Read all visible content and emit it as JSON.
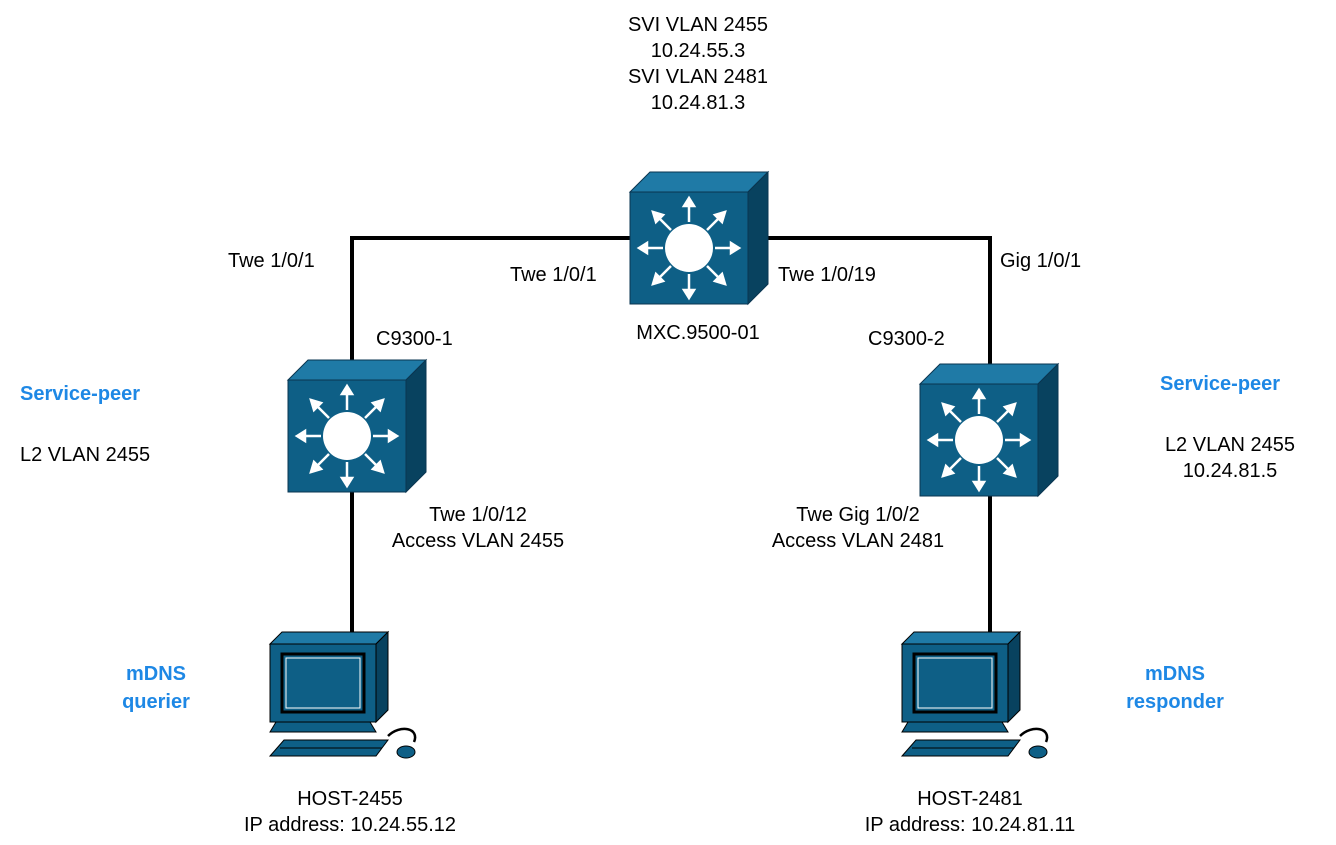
{
  "colors": {
    "link": "#000000",
    "device_fill": "#0e5f86",
    "device_top": "#1f7aa6",
    "device_side": "#08425f",
    "role_text": "#1e88e5"
  },
  "core": {
    "svi_a": "SVI VLAN 2455",
    "svi_a_ip": "10.24.55.3",
    "svi_b": "SVI VLAN 2481",
    "svi_b_ip": "10.24.81.3",
    "name": "MXC.9500-01",
    "port_left": "Twe 1/0/1",
    "port_right": "Twe 1/0/19"
  },
  "left_switch": {
    "uplink_port": "Twe 1/0/1",
    "name": "C9300-1",
    "role": "Service-peer",
    "vlan": "L2 VLAN 2455",
    "access_port": "Twe 1/0/12",
    "access_vlan": "Access VLAN 2455"
  },
  "right_switch": {
    "uplink_port": "Gig 1/0/1",
    "name": "C9300-2",
    "role": "Service-peer",
    "vlan": "L2 VLAN 2455",
    "vlan_ip": "10.24.81.5",
    "access_port": "Twe Gig 1/0/2",
    "access_vlan": "Access VLAN 2481"
  },
  "left_host": {
    "role_line1": "mDNS",
    "role_line2": "querier",
    "name": "HOST-2455",
    "ip": "IP address: 10.24.55.12"
  },
  "right_host": {
    "role_line1": "mDNS",
    "role_line2": "responder",
    "name": "HOST-2481",
    "ip": "IP address: 10.24.81.11"
  },
  "icons": {
    "switch": "layer3-switch-icon",
    "host": "workstation-icon"
  }
}
